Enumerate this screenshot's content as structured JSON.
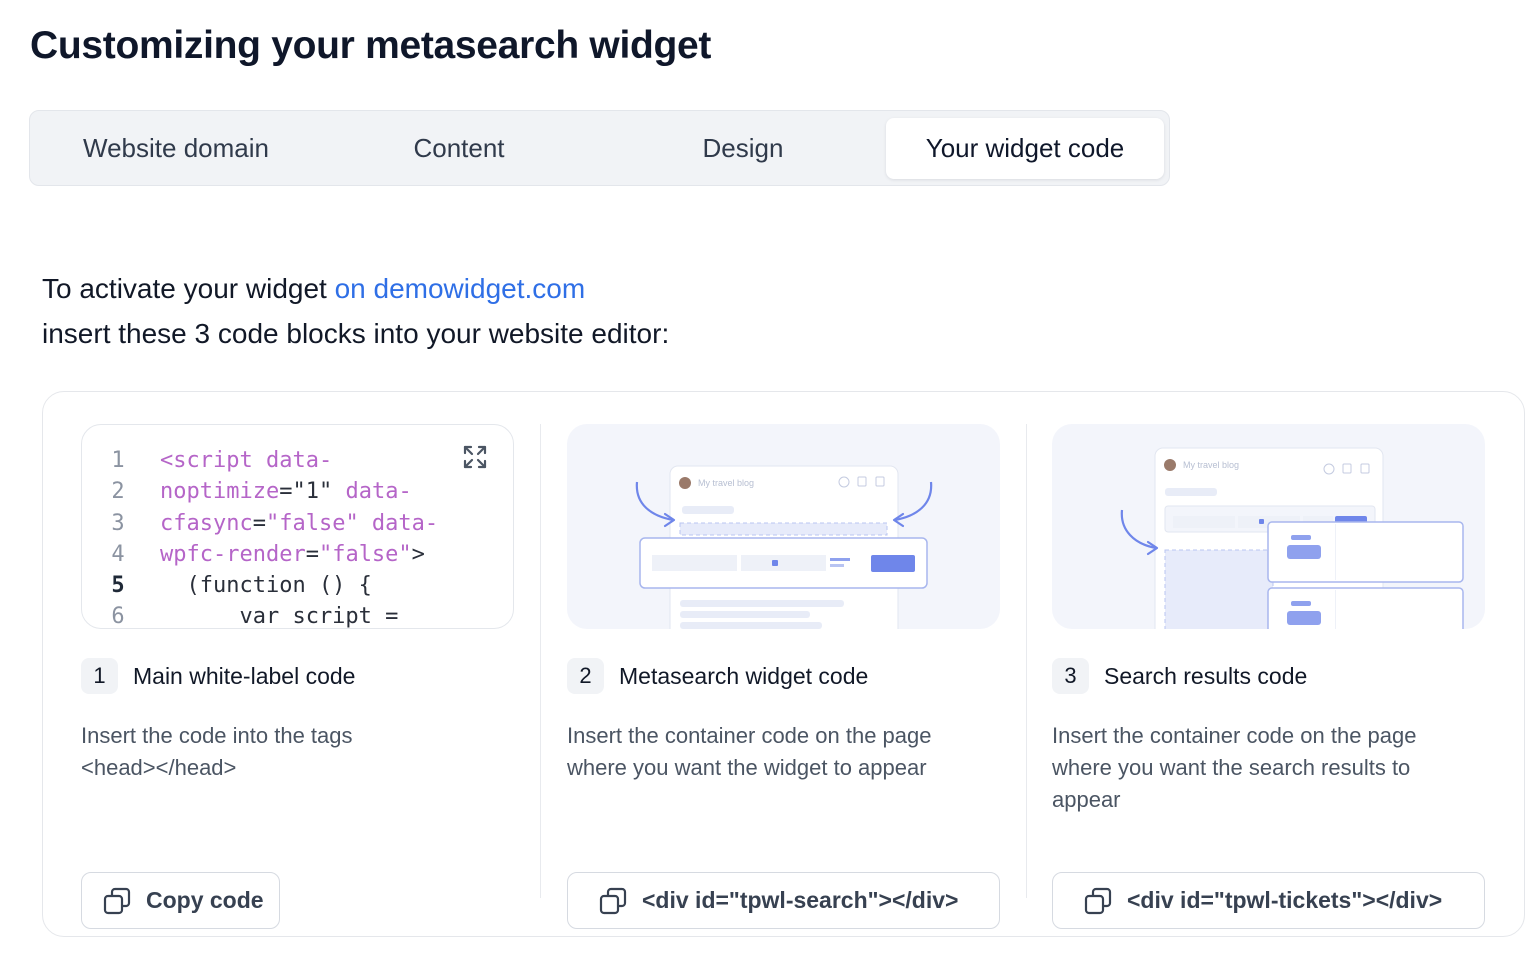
{
  "page": {
    "title": "Customizing your metasearch widget"
  },
  "tabs": [
    {
      "label": "Website domain",
      "active": false
    },
    {
      "label": "Content",
      "active": false
    },
    {
      "label": "Design",
      "active": false
    },
    {
      "label": "Your widget code",
      "active": true
    }
  ],
  "intro": {
    "prefix": "To activate your widget ",
    "link": "on demowidget.com",
    "line2": "insert these 3 code blocks into your website editor:"
  },
  "colors": {
    "accent": "#2f6fe6",
    "code_keyword": "#b565c8",
    "illustration": "#6f86ea"
  },
  "steps": [
    {
      "number": "1",
      "title": "Main white-label code",
      "description": "Insert the code into the tags <head></head>",
      "button": "Copy code",
      "code_lines": [
        "1",
        "2",
        "3",
        "4",
        "5",
        "6"
      ],
      "code": {
        "l1_tag": "<script data-",
        "l2_attr": "noptimize",
        "l2_eq": "=",
        "l2_val": "\"1\"",
        "l2_attr2": " data-",
        "l3_attr": "cfasync",
        "l3_eq": "=",
        "l3_val": "\"false\"",
        "l3_attr2": " data-",
        "l4_attr": "wpfc-render",
        "l4_eq": "=",
        "l4_val": "\"false\"",
        "l4_close": ">",
        "l5": "  (function () {",
        "l6": "      var script ="
      }
    },
    {
      "number": "2",
      "title": "Metasearch widget code",
      "description": "Insert the container code on the page where you want the widget to appear",
      "button": "<div id=\"tpwl-search\"></div>",
      "preview_label": "My travel blog"
    },
    {
      "number": "3",
      "title": "Search results code",
      "description": "Insert the container code on the page where you want the search results to appear",
      "button": "<div id=\"tpwl-tickets\"></div>",
      "preview_label": "My travel blog"
    }
  ]
}
